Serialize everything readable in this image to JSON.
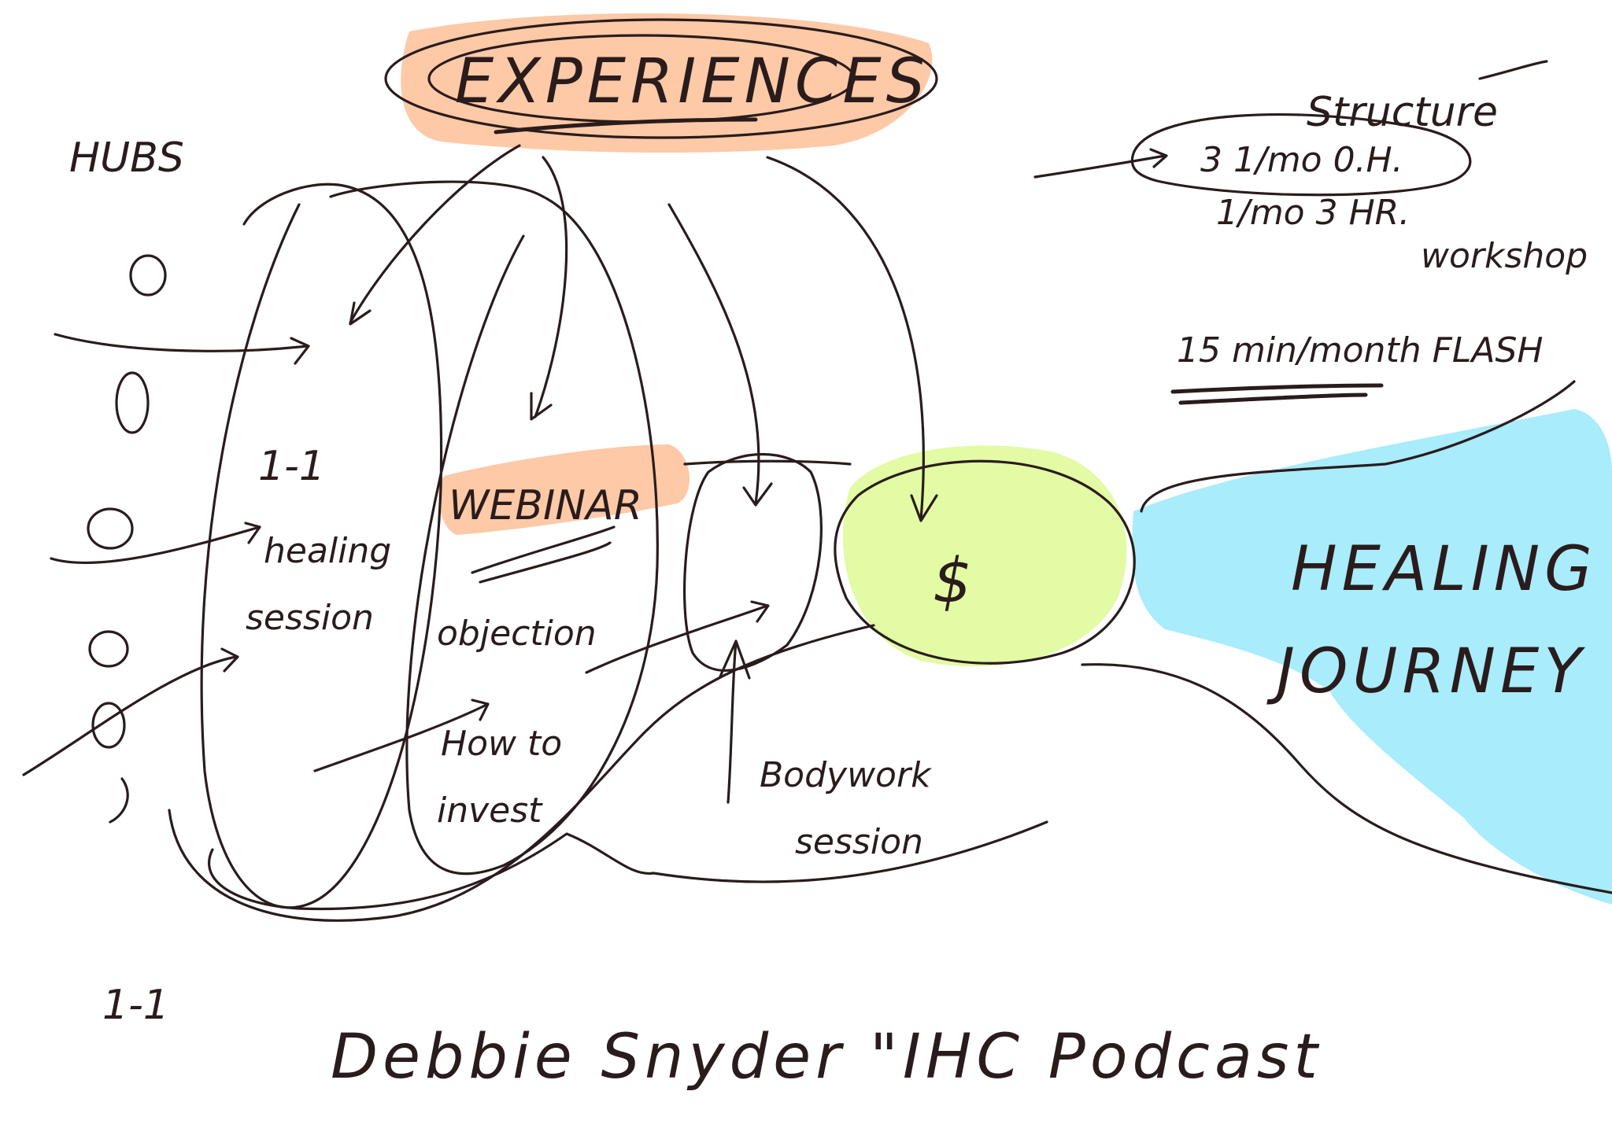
{
  "colors": {
    "ink": "#2a1c1c",
    "highlight_orange": "#fdc9a7",
    "highlight_lime": "#e2fba4",
    "highlight_cyan": "#a9ecfb"
  },
  "labels": {
    "experiences": "EXPERIENCES",
    "hubs": "HUBS",
    "structure": "Structure",
    "structure_line1": "3 1/mo  0.H.",
    "structure_line2": "1/mo  3 HR.",
    "structure_line3": "workshop",
    "flash": "15 min/month FLASH",
    "one_on_one": "1-1",
    "healing_session_1": "healing",
    "healing_session_2": "session",
    "webinar": "WEBINAR",
    "objection": "objection",
    "how_to_1": "How to",
    "how_to_2": "invest",
    "bodywork_1": "Bodywork",
    "bodywork_2": "session",
    "retreat_symbol": "$",
    "healing": "HEALING",
    "journey": "JOURNEY",
    "bottom_one_on_one": "1-1",
    "bottom_note": "Debbie Snyder  \"IHC Podcast"
  }
}
